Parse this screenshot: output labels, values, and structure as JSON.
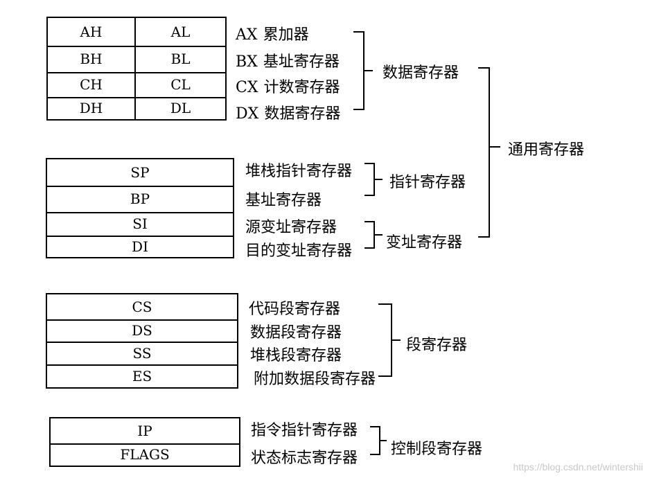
{
  "general_table": {
    "rows": [
      {
        "high": "AH",
        "low": "AL"
      },
      {
        "high": "BH",
        "low": "BL"
      },
      {
        "high": "CH",
        "low": "CL"
      },
      {
        "high": "DH",
        "low": "DL"
      }
    ]
  },
  "general_labels": [
    {
      "code": "AX",
      "name": "累加器"
    },
    {
      "code": "BX",
      "name": "基址寄存器"
    },
    {
      "code": "CX",
      "name": "计数寄存器"
    },
    {
      "code": "DX",
      "name": "数据寄存器"
    }
  ],
  "pointer_table": {
    "rows": [
      "SP",
      "BP",
      "SI",
      "DI"
    ]
  },
  "pointer_labels": [
    "堆栈指针寄存器",
    "基址寄存器",
    "源变址寄存器",
    "目的变址寄存器"
  ],
  "segment_table": {
    "rows": [
      "CS",
      "DS",
      "SS",
      "ES"
    ]
  },
  "segment_labels": [
    "代码段寄存器",
    "数据段寄存器",
    "堆栈段寄存器",
    "附加数据段寄存器"
  ],
  "control_table": {
    "rows": [
      "IP",
      "FLAGS"
    ]
  },
  "control_labels": [
    "指令指针寄存器",
    "状态标志寄存器"
  ],
  "groups": {
    "data": "数据寄存器",
    "pointer": "指针寄存器",
    "index": "变址寄存器",
    "general": "通用寄存器",
    "segment": "段寄存器",
    "control": "控制段寄存器"
  },
  "watermark": "https://blog.csdn.net/wintershii"
}
